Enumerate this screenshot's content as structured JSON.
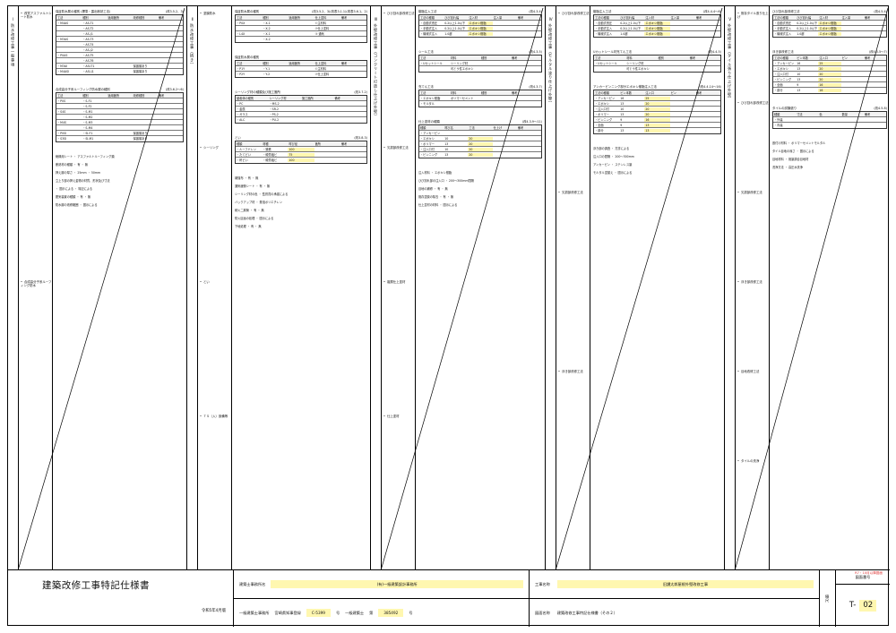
{
  "columns": [
    {
      "vtitle": "Ⅰ 防水改修工事一般事項",
      "sections": [
        "改質アスファルトシート防水",
        "合成高分子系ルーフィング防水"
      ],
      "blocks": [
        {
          "title": "保証防水層の種別 (標準・露出断熱工法)",
          "ref": "(改3.5.2、3)",
          "header": [
            "工法",
            "種別",
            "適用箇所",
            "改修種別",
            "備考"
          ],
          "rows": [
            [
              "・M4AS",
              "・AS-T1",
              "",
              "",
              ""
            ],
            [
              "",
              "・AS-T2",
              "",
              "",
              ""
            ],
            [
              "",
              "・AS-J1",
              "",
              "",
              ""
            ],
            [
              "・M3AS",
              "・AS-T3",
              "",
              "",
              ""
            ],
            [
              "",
              "・AS-T4",
              "",
              "",
              ""
            ],
            [
              "",
              "・AS-J2",
              "",
              "",
              ""
            ],
            [
              "・P0AS",
              "・AS-T5",
              "",
              "",
              ""
            ],
            [
              "",
              "・AS-T6",
              "",
              "",
              ""
            ],
            [
              "・M3AI",
              "・ASI-T1",
              "",
              "保護層あり",
              ""
            ],
            [
              "・M4ASI",
              "・ASI-J1",
              "",
              "保護層あり",
              ""
            ]
          ]
        },
        {
          "title": "合成高分子系ルーフィング防水層の種別",
          "ref": "(改3.6.2～6)",
          "header": [
            "工法",
            "種別",
            "適用箇所",
            "改修種別",
            "備考"
          ],
          "rows": [
            [
              "・P0S",
              "・S-F1",
              "",
              "",
              ""
            ],
            [
              "",
              "・S-F2",
              "",
              "",
              ""
            ],
            [
              "・S4S",
              "・S-M1",
              "",
              "",
              ""
            ],
            [
              "",
              "・S-M2",
              "",
              "",
              ""
            ],
            [
              "・M4S",
              "・S-M3",
              "",
              "",
              ""
            ],
            [
              "",
              "・S-M4",
              "",
              "",
              ""
            ],
            [
              "・P0SI",
              "・SI-F1",
              "",
              "保護層あり",
              ""
            ],
            [
              "・S3SI",
              "・SI-M1",
              "",
              "保護層あり",
              ""
            ]
          ]
        }
      ],
      "lines": [
        "絶縁用シート ・ アスファルトルーフィング類",
        "断熱材の種類 ・ 有 ・ 無",
        "押え層の厚さ ・ 25mm ・ 50mm",
        "立上り部の押え金物の材質、形状及び寸法",
        "・ 図示による ・ 特記による",
        "脱気装置の種類 ・ 有 ・ 無",
        "防水層の改修範囲 ・ 図示による"
      ]
    },
    {
      "vtitle": "Ⅱ 防水改修工事（続き）",
      "sections": [
        "塗膜防水",
        "シーリング",
        "とい",
        "ＴＳ（入）設備等"
      ],
      "blocks": [
        {
          "title": "保証防水層の種別",
          "ref": "(改3.5.2、3)(改表3.1.1)(改表3.6.1、2)",
          "header": [
            "工法",
            "種別",
            "適用箇所",
            "仕上塗料",
            "備考"
          ],
          "rows": [
            [
              "・P0X",
              "・X-1",
              "",
              "①主材料",
              ""
            ],
            [
              "",
              "・X-2",
              "",
              "②仕上塗料",
              ""
            ],
            [
              "・L4X",
              "・X-1",
              "",
              "③ 通気",
              ""
            ],
            [
              "",
              "・X-2",
              "",
              "",
              ""
            ]
          ]
        },
        {
          "title": "保証防水層の種別",
          "ref": "",
          "header": [
            "工法",
            "種別",
            "適用箇所",
            "仕上塗料",
            "備考"
          ],
          "rows": [
            [
              "・P1Y",
              "・Y-1",
              "",
              "①主材料",
              ""
            ],
            [
              "・P2Y",
              "・Y-2",
              "",
              "②仕上塗料",
              ""
            ]
          ]
        },
        {
          "title": "シーリング材の種類及び施工箇所",
          "ref": "(改3.7.2)",
          "header": [
            "被着体の種別",
            "シーリング材",
            "施工箇所",
            "備考"
          ],
          "rows": [
            [
              "・PC",
              "・MS-2",
              "",
              ""
            ],
            [
              "・金属",
              "・SR-2",
              "",
              ""
            ],
            [
              "・ガラス",
              "・PS-2",
              "",
              ""
            ],
            [
              "・ALC",
              "・PU-2",
              "",
              ""
            ]
          ]
        },
        {
          "title": "とい",
          "ref": "(改3.8.3)",
          "header": [
            "種類",
            "材種",
            "呼び径",
            "箇所",
            "備考"
          ],
          "rows": [
            [
              "・ルーフドレン",
              "・鋳鉄",
              "100",
              "",
              ""
            ],
            [
              "・たてどい",
              "・硬質塩ビ",
              "75",
              "",
              ""
            ],
            [
              "・軒どい",
              "・硬質塩ビ",
              "100",
              "",
              ""
            ]
          ]
        }
      ],
      "lines": [
        "補強布 ・ 有 ・ 無",
        "通気緩衝シート ・ 有 ・ 無",
        "シーリング材の色 ・ 監督員の承諾による",
        "バックアップ材 ・ 発泡ポリエチレン",
        "耐火二層管 ・ 有 ・ 無",
        "防火区画の処理 ・ 図示による",
        "下地処理 ・ 有 ・ 無"
      ]
    },
    {
      "vtitle": "Ⅲ 外壁改修工事（コンクリート打放し仕上げ外壁）",
      "sections": [
        "ひび割れ部改修工法",
        "欠損部改修工法",
        "複層仕上塗材",
        "仕上塗材"
      ],
      "blocks": [
        {
          "title": "樹脂注入工法",
          "ref": "(改4.3.4)",
          "header": [
            "工法の種類",
            "ひび割れ幅",
            "注入材",
            "注入量",
            "備考"
          ],
          "rows": [
            [
              "・自動式低圧",
              "0.2以上1.0以下",
              "エポキシ樹脂",
              "",
              ""
            ],
            [
              "・手動式注入",
              "0.2以上1.0以下",
              "エポキシ樹脂",
              "",
              ""
            ],
            [
              "・機械式注入",
              "1.0超",
              "エポキシ樹脂",
              "",
              ""
            ]
          ]
        },
        {
          "title": "シール工法",
          "ref": "(改4.3.5)",
          "header": [
            "工法",
            "材料",
            "種別",
            "備考"
          ],
          "rows": [
            [
              "・Uカットシール",
              "シーリング材",
              "",
              ""
            ],
            [
              "",
              "可とう性エポキシ",
              "",
              ""
            ]
          ]
        },
        {
          "title": "充てん工法",
          "ref": "(改4.3.7)",
          "header": [
            "工法",
            "材料",
            "種別",
            "備考"
          ],
          "rows": [
            [
              "・エポキシ樹脂",
              "ポリマーセメント",
              "",
              ""
            ],
            [
              "・モルタル",
              "",
              "",
              ""
            ]
          ]
        },
        {
          "title": "仕上塗材の種類",
          "ref": "(改4.3.9～11)",
          "header": [
            "種類",
            "呼び名",
            "工法",
            "仕上げ",
            "備考"
          ],
          "rows": [
            [
              "・アンカーピン",
              "",
              "",
              "",
              ""
            ],
            [
              "・エポキシ",
              "10",
              "20",
              "",
              ""
            ],
            [
              "・ポリマー",
              "13",
              "20",
              "",
              ""
            ],
            [
              "・注入口付",
              "10",
              "20",
              "",
              ""
            ],
            [
              "・ピンニング",
              "13",
              "20",
              "",
              ""
            ]
          ]
        }
      ],
      "lines": [
        "注入材料 ・ エポキシ樹脂",
        "ひび割れ部の注入口 ・ 200～300mm間隔",
        "目地の補修 ・ 有 ・ 無",
        "既存塗膜の除去 ・ 有 ・ 無",
        "仕上塗材の材料 ・ 図示による"
      ]
    },
    {
      "vtitle": "Ⅳ 外壁改修工事（モルタル塗り仕上げ外壁）",
      "sections": [
        "ひび割れ部改修工法",
        "欠損部改修工法",
        "浮き部改修工法"
      ],
      "blocks": [
        {
          "title": "樹脂注入工法",
          "ref": "(改4.4.4～6)",
          "header": [
            "工法の種類",
            "ひび割れ幅",
            "注入材",
            "注入量",
            "備考"
          ],
          "rows": [
            [
              "・自動式低圧",
              "0.2以上1.0以下",
              "エポキシ樹脂",
              "",
              ""
            ],
            [
              "・手動式注入",
              "0.2以上1.0以下",
              "エポキシ樹脂",
              "",
              ""
            ],
            [
              "・機械式注入",
              "1.0超",
              "エポキシ樹脂",
              "",
              ""
            ]
          ]
        },
        {
          "title": "Uカットシール材充てん工法",
          "ref": "(改4.4.5)",
          "header": [
            "工法",
            "材料",
            "種別",
            "備考"
          ],
          "rows": [
            [
              "・Uカットシール",
              "シーリング材",
              "",
              ""
            ],
            [
              "",
              "可とう性エポキシ",
              "",
              ""
            ]
          ]
        },
        {
          "title": "アンカーピンニング部分エポキシ樹脂注入工法",
          "ref": "(改4.4.14～16)",
          "header": [
            "工法の種類",
            "ピン本数",
            "注入口",
            "ピン",
            "備考"
          ],
          "rows": [
            [
              "・アンカーピン",
              "16",
              "25",
              "",
              ""
            ],
            [
              "・エポキシ",
              "13",
              "20",
              "",
              ""
            ],
            [
              "・注入口付",
              "10",
              "20",
              "",
              ""
            ],
            [
              "・ポリマー",
              "13",
              "20",
              "",
              ""
            ],
            [
              "・ピンニング",
              "9",
              "16",
              "",
              ""
            ],
            [
              "・全面",
              "9",
              "13",
              "",
              ""
            ],
            [
              "・部分",
              "13",
              "13",
              "",
              ""
            ]
          ]
        }
      ],
      "lines": [
        "浮き部の調査 ・ 打診による",
        "注入口の間隔 ・ 200～300mm",
        "アンカーピン ・ ステンレス製",
        "モルタル塗替え ・ 図示による"
      ]
    },
    {
      "vtitle": "Ⅴ 外壁改修工事（タイル張り仕上げ外壁）",
      "sections": [
        "既存タイル張り仕上げ",
        "ひび割れ部改修工法",
        "欠損部改修工法",
        "浮き部改修工法",
        "目地改修工法",
        "タイルの洗浄"
      ],
      "blocks": [
        {
          "title": "ひび割れ部改修工法",
          "ref": "(改4.5.4)",
          "header": [
            "工法の種類",
            "ひび割れ幅",
            "注入材",
            "注入量",
            "備考"
          ],
          "rows": [
            [
              "・自動式低圧",
              "0.2以上1.0以下",
              "エポキシ樹脂",
              "",
              ""
            ],
            [
              "・手動式注入",
              "0.2以上1.0以下",
              "エポキシ樹脂",
              "",
              ""
            ],
            [
              "・機械式注入",
              "1.0超",
              "エポキシ樹脂",
              "",
              ""
            ]
          ]
        },
        {
          "title": "浮き部改修工法",
          "ref": "(改4.5.5～7)",
          "header": [
            "工法の種類",
            "ピン本数",
            "注入口",
            "ピン",
            "備考"
          ],
          "rows": [
            [
              "・アンカーピン",
              "16",
              "25",
              "",
              ""
            ],
            [
              "・エポキシ",
              "13",
              "20",
              "",
              ""
            ],
            [
              "・注入口付",
              "10",
              "20",
              "",
              ""
            ],
            [
              "・ピンニング",
              "13",
              "20",
              "",
              ""
            ],
            [
              "・全面",
              "9",
              "16",
              "",
              ""
            ],
            [
              "・部分",
              "13",
              "16",
              "",
              ""
            ]
          ]
        },
        {
          "title": "タイルの試験張り",
          "ref": "(改4.5.8)",
          "header": [
            "種類",
            "寸法",
            "色",
            "数量",
            "備考"
          ],
          "rows": [
            [
              "・外装",
              "",
              "",
              "",
              ""
            ],
            [
              "・内装",
              "",
              "",
              "",
              ""
            ]
          ]
        }
      ],
      "lines": [
        "張付け材料 ・ ポリマーセメントモルタル",
        "タイル目地の深さ ・ 図示による",
        "目地材料 ・ 既製調合目地材",
        "洗浄方法 ・ 高圧水洗浄"
      ]
    }
  ],
  "note": "R7・10月以降図面",
  "title_block": {
    "drawing_title": "建築改修工事特記仕様書",
    "date": "令和5年4月版",
    "office_label": "建築士事務所名",
    "office_name": "(有)一級建築設計事務所",
    "architect_label": "一級建築士事務所",
    "architect_reg": "宮崎県知事登録",
    "reg_no": "C-5399",
    "go": "号",
    "architect_label2": "一級建築士",
    "reg_label": "第",
    "architect_no": "385492",
    "go2": "号",
    "project_label": "工事名称",
    "project_name": "旧讃太郎屋根外壁改修工事",
    "drawing_label": "図面名称",
    "drawing_name": "建築改修工事特記仕様書（その２）",
    "scale_label": "縮尺",
    "number_label": "図面番号",
    "number_prefix": "T-",
    "number_value": "02"
  }
}
